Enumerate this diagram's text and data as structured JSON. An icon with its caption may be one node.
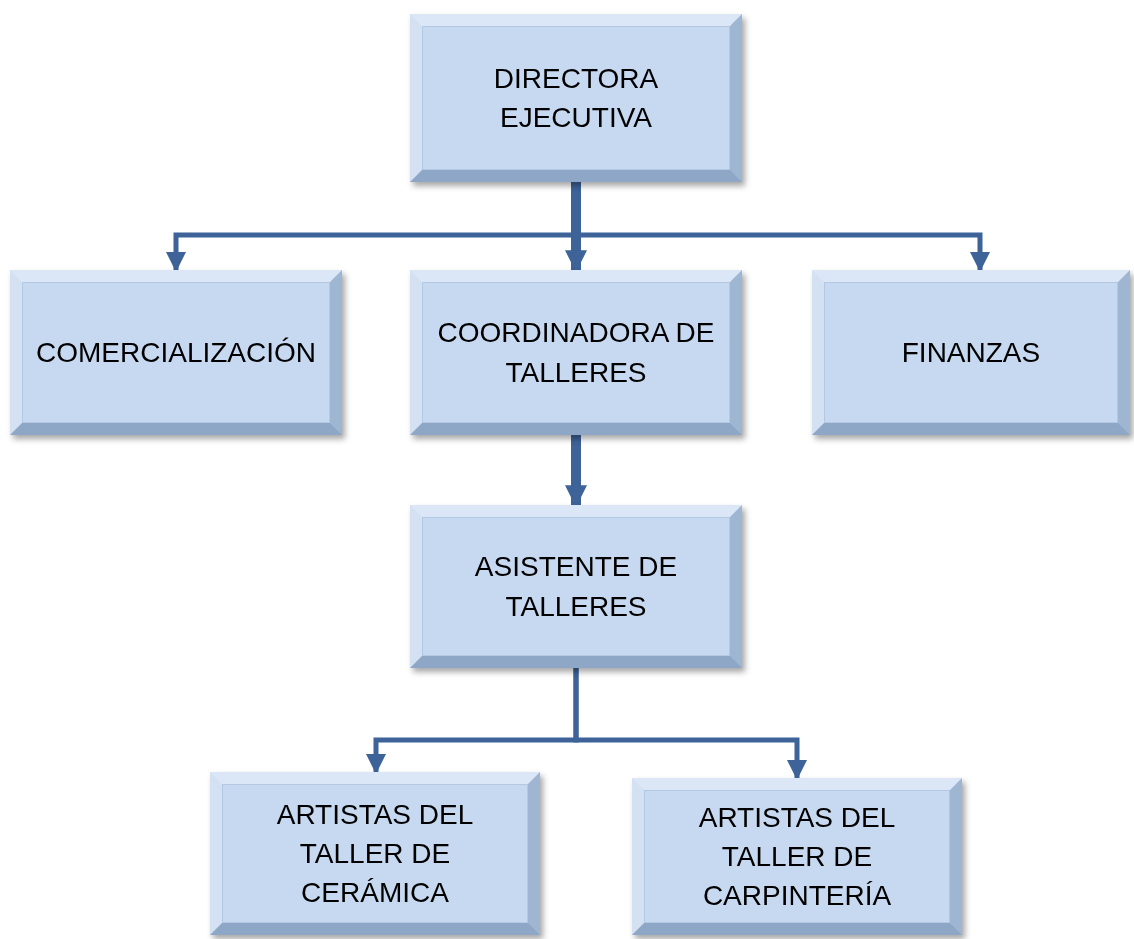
{
  "diagram": {
    "nodes": [
      {
        "text": [
          "DIRECTORA EJECUTIVA"
        ]
      },
      {
        "text": [
          "COMERCIALIZACIÓN"
        ]
      },
      {
        "text": [
          "COORDINADORA DE TALLERES"
        ]
      },
      {
        "text": [
          "FINANZAS"
        ]
      },
      {
        "text": [
          "ASISTENTE DE TALLERES"
        ]
      },
      {
        "text": [
          "ARTISTAS DEL TALLER DE CERÁMICA"
        ]
      },
      {
        "text": [
          "ARTISTAS DEL TALLER DE CARPINTERÍA"
        ]
      }
    ],
    "edges": [
      {
        "from": 0,
        "to": 1,
        "arrow": "to"
      },
      {
        "from": 0,
        "to": 2,
        "arrow": "to",
        "style": "thick"
      },
      {
        "from": 0,
        "to": 3,
        "arrow": "to"
      },
      {
        "from": 2,
        "to": 4,
        "arrow": "to",
        "style": "thick"
      },
      {
        "from": 4,
        "to": 5,
        "arrow": "to"
      },
      {
        "from": 4,
        "to": 6,
        "arrow": "to"
      }
    ]
  }
}
